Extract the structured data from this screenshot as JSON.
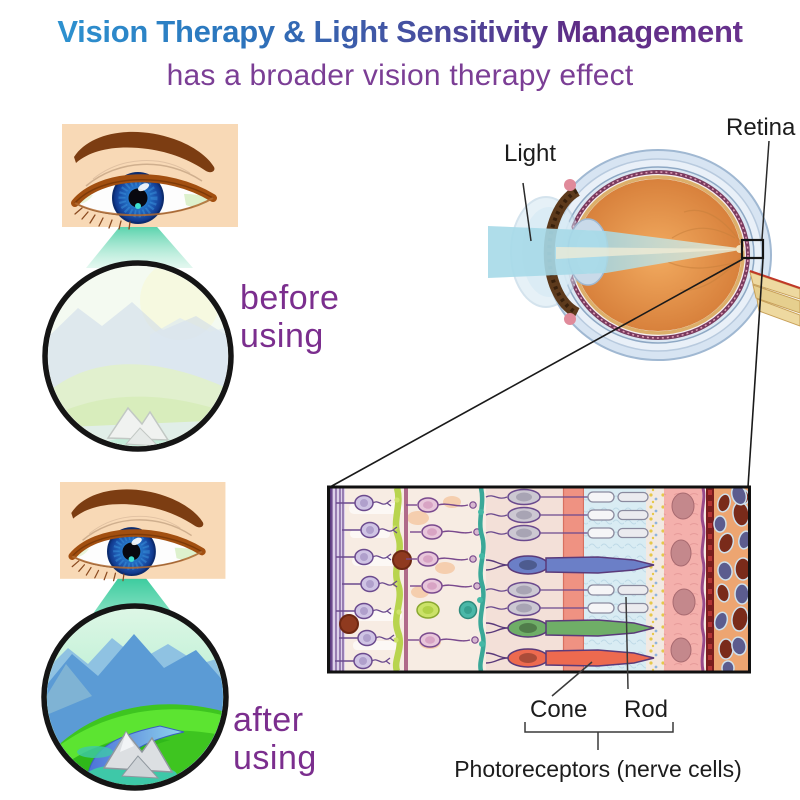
{
  "header": {
    "title": "Vision Therapy & Light Sensitivity Management",
    "subtitle": "has a broader vision therapy effect",
    "title_gradient_start": "#2E9BD6",
    "title_gradient_end": "#6B3390",
    "subtitle_color": "#7B3E95"
  },
  "comparison": {
    "before_label": "before\nusing",
    "after_label": "after\nusing",
    "label_color": "#7B2E8E"
  },
  "anatomy": {
    "light_label": "Light",
    "retina_label": "Retina",
    "cone_label": "Cone",
    "rod_label": "Rod",
    "photoreceptors_label": "Photoreceptors (nerve cells)",
    "label_color": "#1C1C1C"
  },
  "palette": {
    "skin": "#F8D9B6",
    "eyebrow_brown": "#7C3D12",
    "iris_blue": "#2575C8",
    "light_cone_teal": "#2FC898",
    "eyeball_interior_orange": "#E8953F",
    "sclera_blue": "#DCE8F4",
    "light_beam_blue": "#A6D9E8",
    "cone_cell_blue": "#6B7FC7",
    "cone_cell_green": "#6FAE67",
    "cone_cell_orange": "#ED6A4F",
    "rpe_pink": "#F4B0AC",
    "choroid_orange": "#EDA571"
  }
}
